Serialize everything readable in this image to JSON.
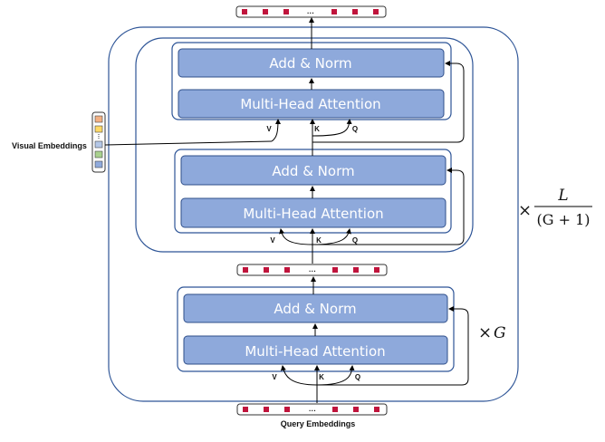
{
  "blocks": {
    "add_norm": "Add & Norm",
    "mha": "Multi-Head Attention"
  },
  "inputs": {
    "v": "V",
    "k": "K",
    "q": "Q"
  },
  "labels": {
    "visual_embeddings": "Visual Embeddings",
    "query_embeddings": "Query Embeddings",
    "dots": "···"
  },
  "repeat_outer": {
    "times": "×",
    "numerator": "L",
    "denominator": "(G + 1)"
  },
  "repeat_inner": {
    "times": "×",
    "symbol": "G"
  },
  "colors": {
    "block_fill": "#8ea9db",
    "block_stroke": "#2f4f8a",
    "frame_stroke": "#2e5597",
    "token_fill": "#c0143c",
    "visual_tokens": [
      "#f4b183",
      "#ffd966",
      "#b4c7e7",
      "#a9d18e",
      "#8faadc"
    ]
  }
}
